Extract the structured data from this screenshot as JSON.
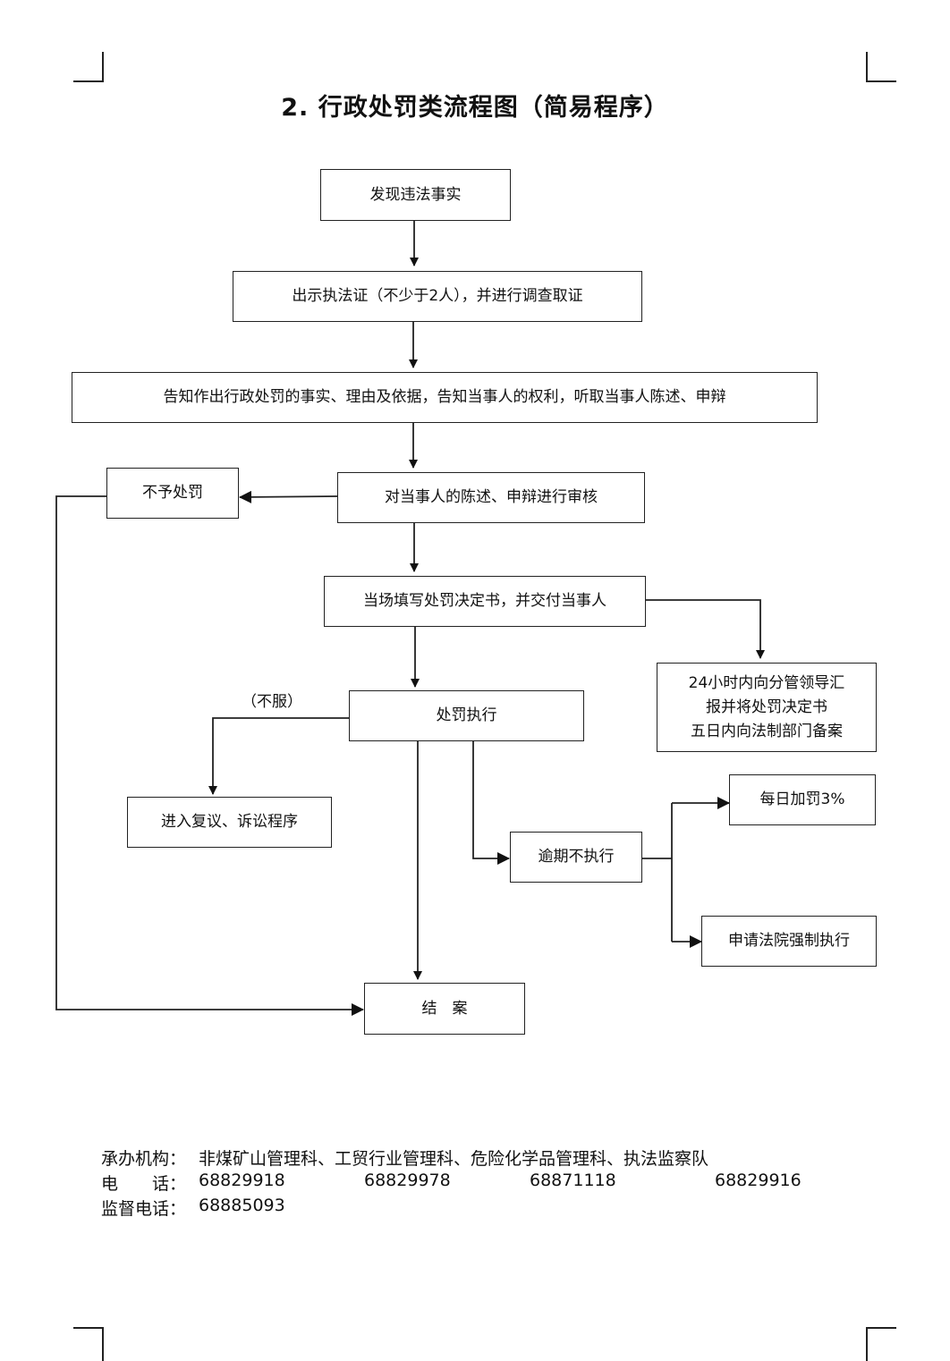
{
  "title": "2. 行政处罚类流程图（简易程序）",
  "nodes": {
    "discover": "发现违法事实",
    "show_cert": "出示执法证（不少于2人），并进行调查取证",
    "notify": "告知作出行政处罚的事实、理由及依据，告知当事人的权利，听取当事人陈述、申辩",
    "review": "对当事人的陈述、申辩进行审核",
    "no_penalty": "不予处罚",
    "decision": "当场填写处罚决定书，并交付当事人",
    "report": "24小时内向分管领导汇\n报并将处罚决定书\n五日内向法制部门备案",
    "execute": "处罚执行",
    "reconsider": "进入复议、诉讼程序",
    "overdue": "逾期不执行",
    "daily_fine": "每日加罚3%",
    "court": "申请法院强制执行",
    "close": "结　案"
  },
  "edge_labels": {
    "disagree": "（不服）"
  },
  "footer": {
    "org_label": "承办机构：",
    "org_value": "非煤矿山管理科、工贸行业管理科、危险化学品管理科、执法监察队",
    "phone_label": "电　　话：",
    "phones": [
      "68829918",
      "68829978",
      "68871118",
      "68829916"
    ],
    "supervise_label": "监督电话：",
    "supervise_phone": "68885093"
  }
}
